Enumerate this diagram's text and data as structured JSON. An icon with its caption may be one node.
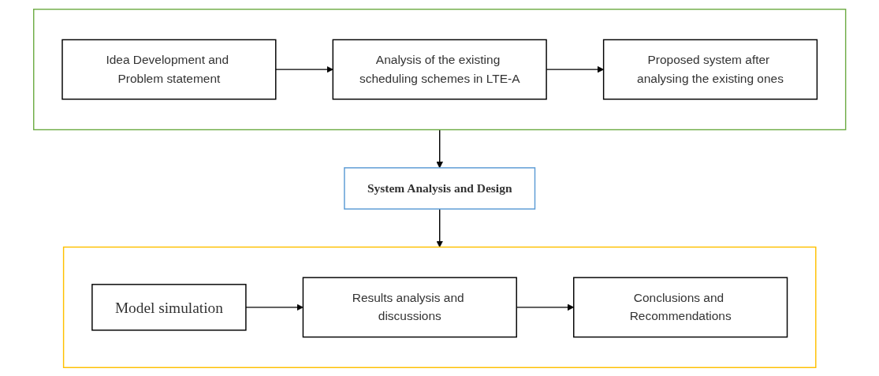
{
  "diagram": {
    "nodes": [
      {
        "text": [],
        "shape": "box"
      },
      {
        "text": [
          "Idea Development and Problem statement"
        ],
        "in": 0
      },
      {
        "text": [
          "Analysis of the existing scheduling schemes in LTE-A"
        ],
        "in": 0
      },
      {
        "text": [
          "Proposed system after analysing the existing ones"
        ],
        "in": 0
      },
      {
        "text": [
          "System Analysis and Design"
        ]
      },
      {
        "text": [],
        "shape": "box"
      },
      {
        "text": [
          "Model simulation"
        ],
        "in": 5
      },
      {
        "text": [
          "Results analysis and discussions"
        ],
        "in": 5
      },
      {
        "text": [
          "Conclusions and Recommendations"
        ],
        "in": 5
      }
    ],
    "edges": [
      {
        "from": 1,
        "to": 2,
        "arrow": "to"
      },
      {
        "from": 2,
        "to": 3,
        "arrow": "to"
      },
      {
        "from": 0,
        "to": 4,
        "arrow": "to"
      },
      {
        "from": 4,
        "to": 5,
        "arrow": "to"
      },
      {
        "from": 6,
        "to": 7,
        "arrow": "to"
      },
      {
        "from": 7,
        "to": 8,
        "arrow": "to"
      }
    ]
  }
}
